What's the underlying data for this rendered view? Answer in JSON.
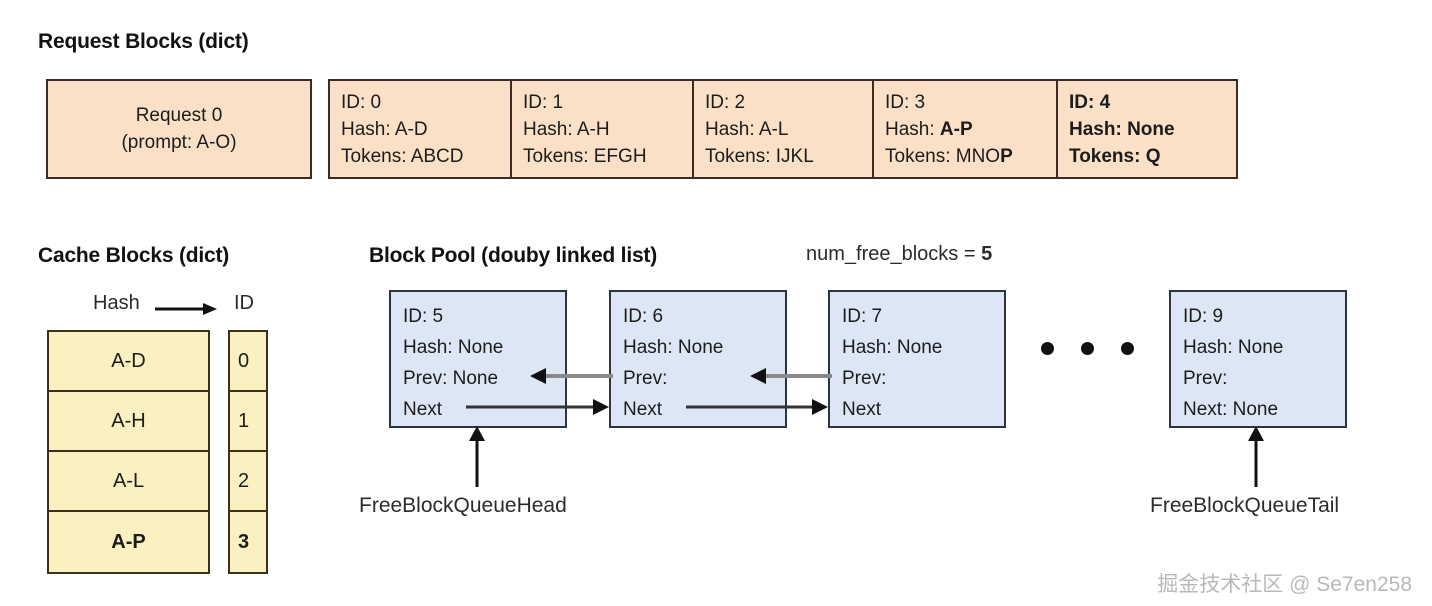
{
  "sections": {
    "request_blocks_title": "Request Blocks (dict)",
    "cache_blocks_title": "Cache Blocks (dict)",
    "block_pool_title": "Block Pool (douby linked list)"
  },
  "request": {
    "prompt_line1": "Request 0",
    "prompt_line2": "(prompt: A-O)",
    "blocks": [
      {
        "id_label": "ID: 0",
        "hash_label": "Hash: A-D",
        "tokens_prefix": "Tokens: ABCD",
        "tokens_bold": "",
        "bold": false
      },
      {
        "id_label": "ID: 1",
        "hash_label": "Hash: A-H",
        "tokens_prefix": "Tokens: EFGH",
        "tokens_bold": "",
        "bold": false
      },
      {
        "id_label": "ID: 2",
        "hash_label": "Hash: A-L",
        "tokens_prefix": "Tokens: IJKL",
        "tokens_bold": "",
        "bold": false
      },
      {
        "id_label": "ID: 3",
        "hash_label": "Hash: ",
        "hash_bold": "A-P",
        "tokens_prefix": "Tokens: MNO",
        "tokens_bold": "P",
        "bold": false
      },
      {
        "id_label": "ID: 4",
        "hash_label": "Hash: None",
        "tokens_prefix": "Tokens: Q",
        "tokens_bold": "",
        "bold": true
      }
    ]
  },
  "cache": {
    "hash_header": "Hash",
    "id_header": "ID",
    "arrow_icon": "right-arrow-icon",
    "rows": [
      {
        "hash": "A-D",
        "id": "0",
        "bold": false
      },
      {
        "hash": "A-H",
        "id": "1",
        "bold": false
      },
      {
        "hash": "A-L",
        "id": "2",
        "bold": false
      },
      {
        "hash": "A-P",
        "id": "3",
        "bold": true
      }
    ]
  },
  "pool": {
    "num_free_label": "num_free_blocks = ",
    "num_free_value": "5",
    "blocks": [
      {
        "id_label": "ID: 5",
        "hash_label": "Hash: None",
        "prev_label": "Prev: None",
        "next_label": "Next"
      },
      {
        "id_label": "ID: 6",
        "hash_label": "Hash: None",
        "prev_label": "Prev:",
        "next_label": "Next"
      },
      {
        "id_label": "ID: 7",
        "hash_label": "Hash: None",
        "prev_label": "Prev:",
        "next_label": "Next"
      },
      {
        "id_label": "ID: 9",
        "hash_label": "Hash: None",
        "prev_label": "Prev:",
        "next_label": "Next: None"
      }
    ],
    "ellipsis_icon": "ellipsis-dots-icon",
    "head_pointer_label": "FreeBlockQueueHead",
    "tail_pointer_label": "FreeBlockQueueTail"
  },
  "watermark": "掘金技术社区 @ Se7en258",
  "colors": {
    "request_fill": "#fbe0c8",
    "request_border": "#3b2b20",
    "cache_fill": "#fbf0c0",
    "cache_border": "#3b3118",
    "pool_fill": "#dce6f5",
    "pool_border": "#2c3440",
    "next_arrow": "#333333",
    "prev_arrow": "#8a8a8a"
  }
}
